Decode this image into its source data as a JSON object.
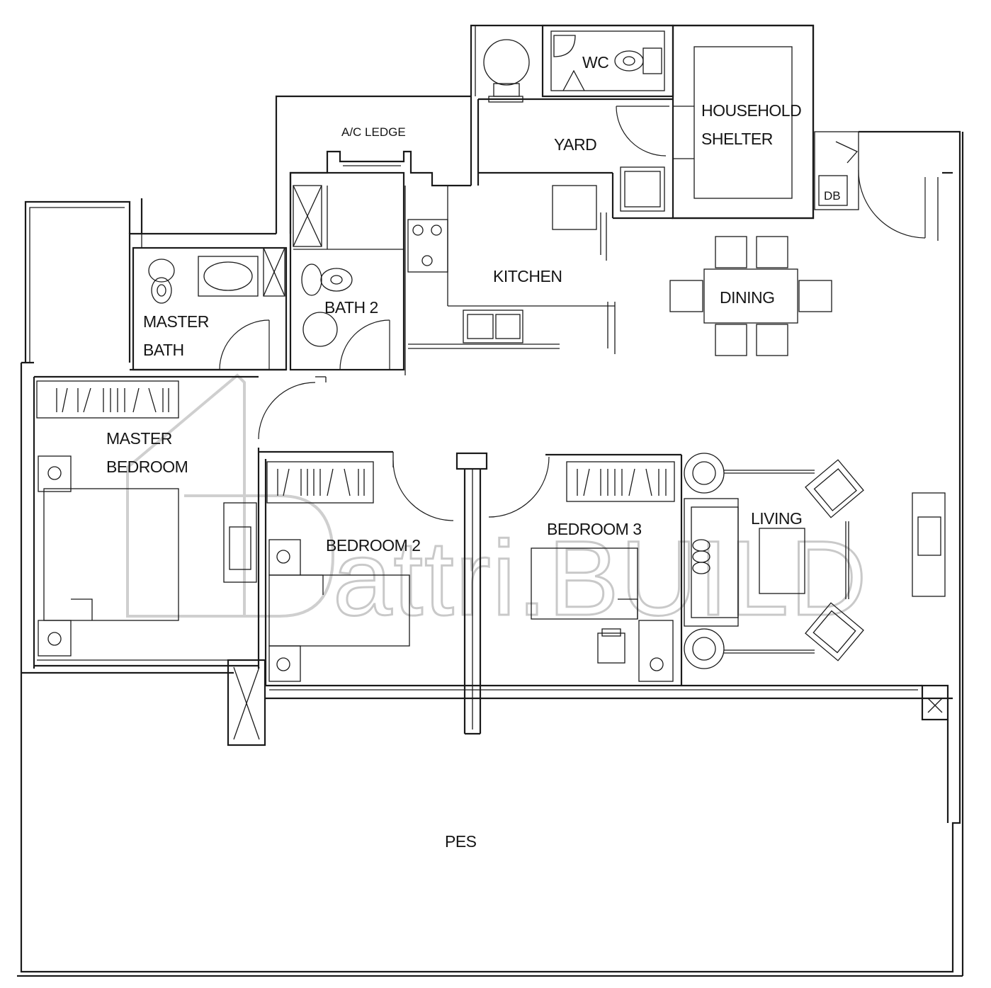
{
  "rooms": {
    "wc": "WC",
    "household_shelter_line1": "HOUSEHOLD",
    "household_shelter_line2": "SHELTER",
    "ac_ledge": "A/C LEDGE",
    "yard": "YARD",
    "db": "DB",
    "kitchen": "KITCHEN",
    "dining": "DINING",
    "master_bath_line1": "MASTER",
    "master_bath_line2": "BATH",
    "bath2": "BATH 2",
    "master_bedroom_line1": "MASTER",
    "master_bedroom_line2": "BEDROOM",
    "bedroom2": "BEDROOM 2",
    "bedroom3": "BEDROOM 3",
    "living": "LIVING",
    "pes": "PES"
  },
  "watermark": "attri.BUILD"
}
